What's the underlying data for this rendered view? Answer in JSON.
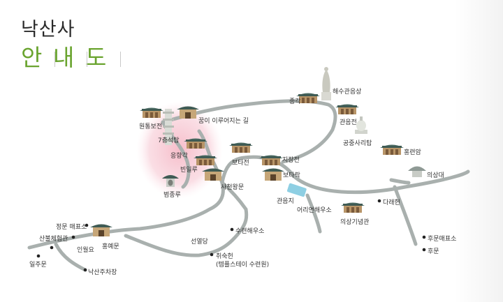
{
  "title": {
    "line1": "낙산사",
    "line2": [
      "안",
      "내",
      "도"
    ]
  },
  "places": {
    "haesu_gwaneumsang": "해수관음상",
    "jonggak": "종각",
    "gwaneumjeon": "관음전",
    "gongjung_saritap": "공중사리탑",
    "hongryeonam": "홍련암",
    "uisangdae": "의상대",
    "wontongbojeon": "원통보전",
    "dream_road": "꿈이 이루어지는 길",
    "chilcheung_seoktap": "7층석탑",
    "eunghyanggak": "응향각",
    "binillu": "빈일루",
    "botajeon": "보타전",
    "beomjongnu": "범종루",
    "sacheonwangmun": "사천왕문",
    "jijangjeon": "지장전",
    "botarak": "보타락",
    "gwaneumji": "관음지",
    "eoriyeon_haeuso": "어리연해우소",
    "darae_heon": "다래헌",
    "uisang_memorial": "의상기념관",
    "jeongmun_ticket": "정문 매표소",
    "sanbul_center": "산불체험관",
    "hongyemun": "홍예문",
    "inwolyo": "인월요",
    "iljumun": "일주문",
    "naksan_parking": "낙산주차장",
    "suryeon_haeuso": "수련해우소",
    "seonyeoldang": "선열당",
    "chwisuheon": "취숙헌",
    "chwisuheon_sub": "(템플스테이 수련원)",
    "humun_ticket": "후문매표소",
    "humun": "후문"
  },
  "colors": {
    "road": "#a9b0ae",
    "accent_green": "#6aa42f",
    "roof": "#4b6b64",
    "wall": "#a7895e",
    "zone": "#f3b8c4",
    "pond": "#8ecfe3"
  },
  "icons": [
    "temple-icon",
    "gate-icon",
    "pagoda-icon",
    "statue-icon",
    "stupa-icon",
    "pavilion-icon",
    "location-dot-icon",
    "pond-icon"
  ]
}
